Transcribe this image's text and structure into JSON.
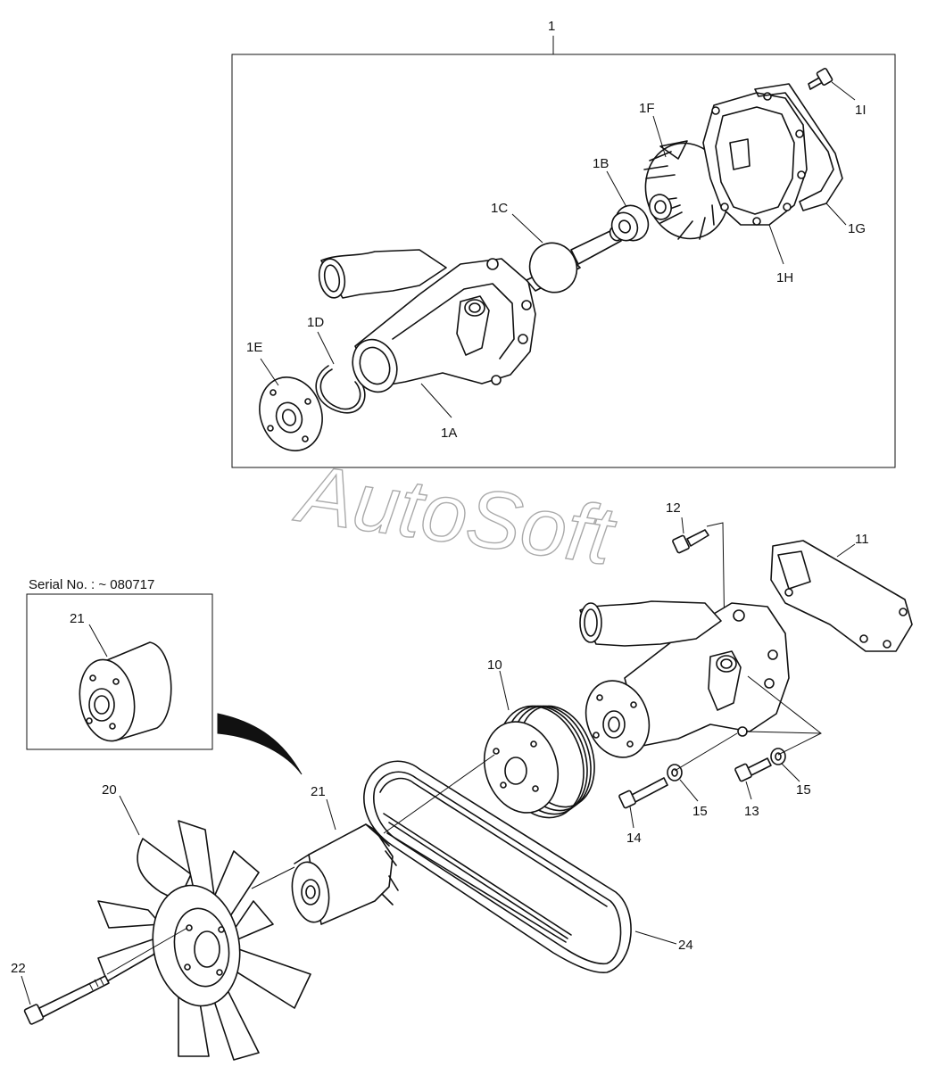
{
  "watermark": "AutoSoft",
  "inset_note": "Serial No. : ~ 080717",
  "callouts": {
    "c1": "1",
    "c1A": "1A",
    "c1B": "1B",
    "c1C": "1C",
    "c1D": "1D",
    "c1E": "1E",
    "c1F": "1F",
    "c1G": "1G",
    "c1H": "1H",
    "c1I": "1I",
    "c10": "10",
    "c11": "11",
    "c12": "12",
    "c13": "13",
    "c14": "14",
    "c15a": "15",
    "c15b": "15",
    "c20": "20",
    "c21a": "21",
    "c21b": "21",
    "c22": "22",
    "c24": "24"
  }
}
